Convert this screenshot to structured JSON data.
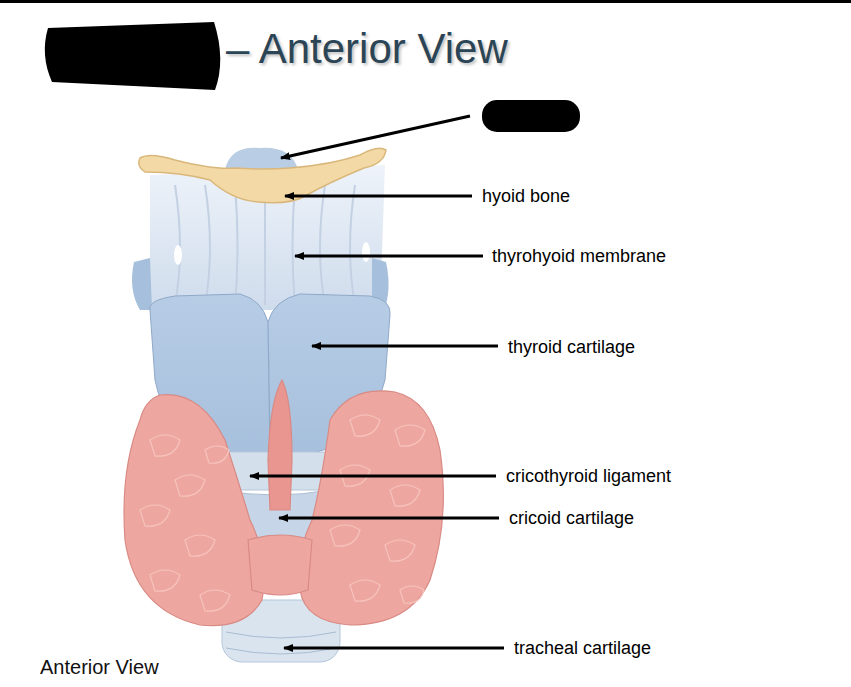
{
  "diagram": {
    "title": "– Anterior View",
    "caption": "Anterior View",
    "labels": [
      "hyoid bone",
      "thyrohyoid membrane",
      "thyroid cartilage",
      "cricothyroid ligament",
      "cricoid cartilage",
      "tracheal cartilage"
    ]
  }
}
